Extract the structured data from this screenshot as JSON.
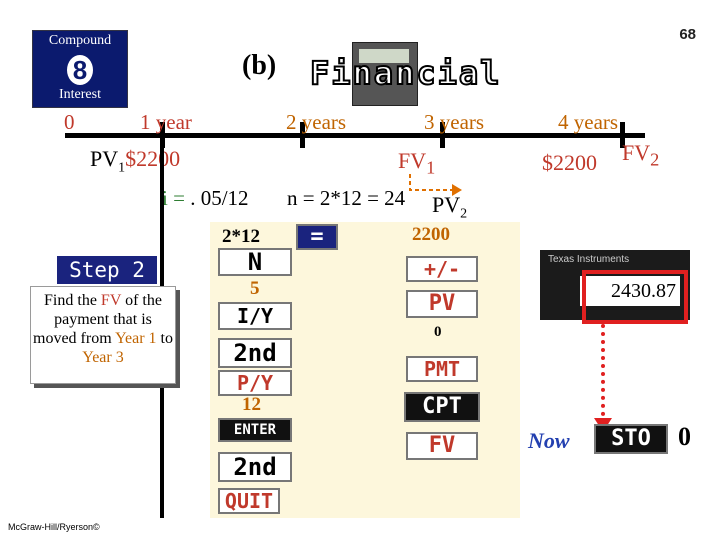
{
  "slide": {
    "number": "68",
    "label": "(b)",
    "title_word": "Financial"
  },
  "logo": {
    "top_text": "Compound",
    "number": "8",
    "bottom_text": "Interest"
  },
  "timeline": {
    "years": [
      {
        "label": "0",
        "color": "#c0392b"
      },
      {
        "label": "1 year",
        "color": "#c0392b"
      },
      {
        "label": "2 years",
        "color": "#c06400"
      },
      {
        "label": "3 years",
        "color": "#c06400"
      },
      {
        "label": "4 years",
        "color": "#c06400"
      }
    ],
    "pv1_label": "PV",
    "pv1_sub": "1",
    "pv1_amount": "$2200",
    "fv1_label": "FV",
    "fv1_sub": "1",
    "fv2_amount": "$2200",
    "fv2_label": "FV",
    "fv2_sub": "2"
  },
  "params": {
    "rate_prefix": "i = ",
    "rate_value": ". 05/12",
    "n_prefix": "n = ",
    "n_value": "2*12 = 24",
    "pv2_label": "PV",
    "pv2_sub": "2"
  },
  "step": {
    "title": "Step 2",
    "desc_1": "Find the ",
    "desc_fv": "FV",
    "desc_2": " of the payment that is moved from ",
    "desc_y1": "Year 1",
    "desc_3": " to ",
    "desc_y3": "Year 3"
  },
  "keystrokes": {
    "note_n": "2*12",
    "equals_key": "=",
    "n_key": "N",
    "note_5": "5",
    "iy_key": "I/Y",
    "second1_key": "2nd",
    "py_key": "P/Y",
    "note_12": "12",
    "enter_key": "ENTER",
    "second2_key": "2nd",
    "quit_key": "QUIT",
    "note_2200": "2200",
    "plusminus_key": "+/-",
    "pv_key": "PV",
    "note_0": "0",
    "pmt_key": "PMT",
    "cpt_key": "CPT",
    "fv_key": "FV"
  },
  "calculator": {
    "brand": "Texas Instruments",
    "display": "2430.87"
  },
  "store": {
    "now_label": "Now",
    "sto_key": "STO",
    "register": "0"
  },
  "footer": {
    "text": "McGraw-Hill/Ryerson©"
  },
  "colors": {
    "accent_red": "#c0392b",
    "accent_orange": "#c06400",
    "key_black": "#111111",
    "highlight_red": "#e02020",
    "panel_bg": "#fdf7dc"
  }
}
